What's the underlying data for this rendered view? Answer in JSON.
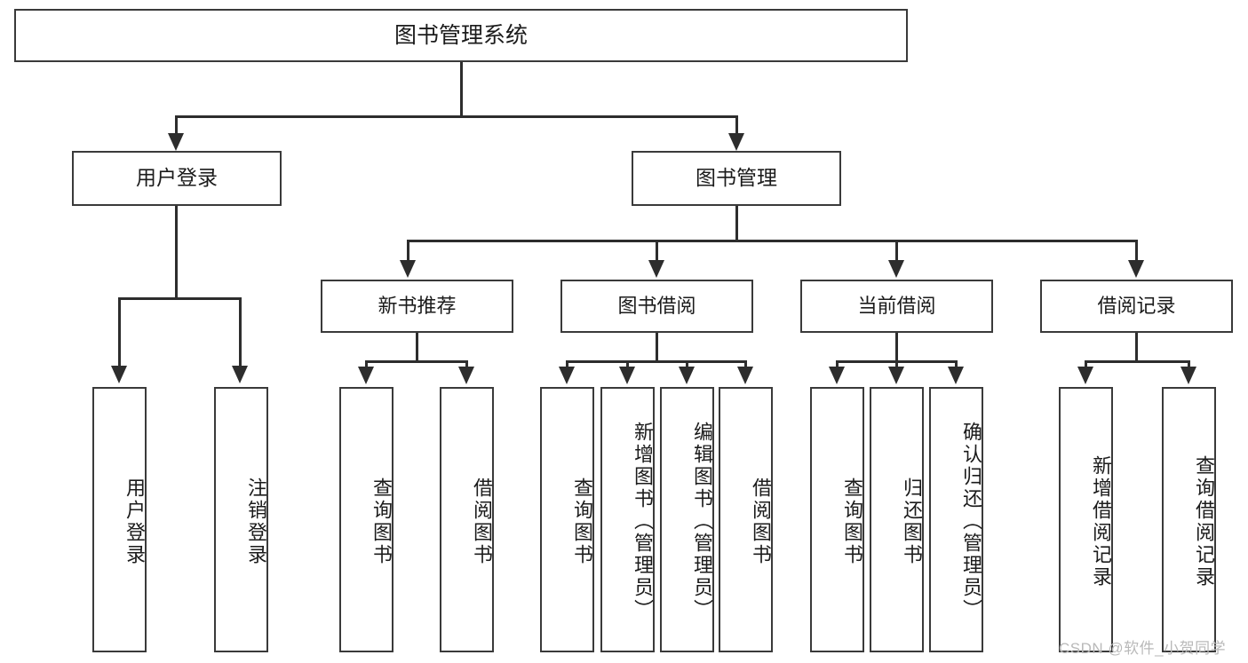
{
  "diagram": {
    "title": "图书管理系统",
    "type": "hierarchy-tree",
    "root": {
      "label": "图书管理系统"
    },
    "level1": [
      {
        "label": "用户登录"
      },
      {
        "label": "图书管理"
      }
    ],
    "level2": [
      {
        "label": "新书推荐"
      },
      {
        "label": "图书借阅"
      },
      {
        "label": "当前借阅"
      },
      {
        "label": "借阅记录"
      }
    ],
    "leaves": {
      "user_login": [
        {
          "label": "用户登录"
        },
        {
          "label": "注销登录"
        }
      ],
      "new_book_recommend": [
        {
          "label": "查询图书"
        },
        {
          "label": "借阅图书"
        }
      ],
      "book_borrow": [
        {
          "label": "查询图书"
        },
        {
          "label": "新增图书（管理员）"
        },
        {
          "label": "编辑图书（管理员）"
        },
        {
          "label": "借阅图书"
        }
      ],
      "current_borrow": [
        {
          "label": "查询图书"
        },
        {
          "label": "归还图书"
        },
        {
          "label": "确认归还（管理员）"
        }
      ],
      "borrow_record": [
        {
          "label": "新增借阅记录"
        },
        {
          "label": "查询借阅记录"
        }
      ]
    }
  },
  "watermark": {
    "text": "CSDN @软件_小贺同学"
  },
  "colors": {
    "border": "#3a3a3a",
    "line": "#2d2d2d",
    "text": "#1b1b1b",
    "background": "#ffffff",
    "watermark": "#b9b9b9"
  }
}
